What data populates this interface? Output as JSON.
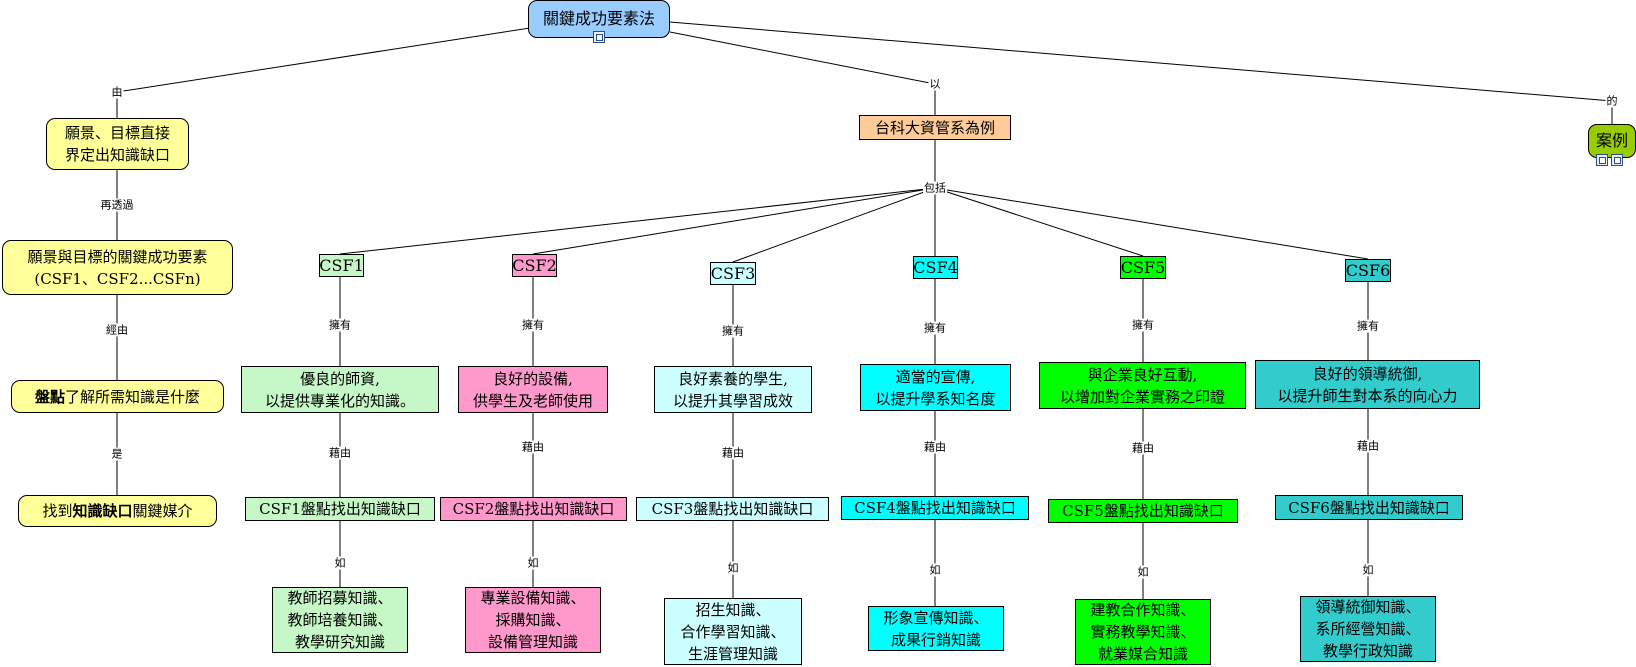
{
  "root": {
    "text": "關鍵成功要素法",
    "icon": "document-icon"
  },
  "left_branch": {
    "edge_label": "由",
    "n1": "願景、目標直接\n界定出知識缺口",
    "e1": "再透過",
    "n2": "願景與目標的關鍵成功要素\n(CSF1、CSF2...CSFn)",
    "e2": "經由",
    "n3_bold": "盤點",
    "n3_rest": "了解所需知識是什麼",
    "e3": "是",
    "n4_pre": "找到",
    "n4_bold": "知識缺口",
    "n4_post": "關鍵媒介"
  },
  "middle_branch": {
    "edge_label": "以",
    "example": "台科大資管系為例",
    "include_label": "包括"
  },
  "right_branch": {
    "edge_label": "的",
    "case": "案例",
    "icons": [
      "document-icon",
      "document-icon"
    ]
  },
  "csf_edge_labels": {
    "have": "擁有",
    "via": "藉由",
    "like": "如"
  },
  "csfs": [
    {
      "name": "CSF1",
      "color": "#c6f7c6",
      "quality": "優良的師資,\n以提供專業化的知識。",
      "gap": "CSF1盤點找出知識缺口",
      "knowledge": "教師招募知識、\n教師培養知識、\n教學研究知識"
    },
    {
      "name": "CSF2",
      "color": "#ff99cc",
      "quality": "良好的設備,\n供學生及老師使用",
      "gap": "CSF2盤點找出知識缺口",
      "knowledge": "專業設備知識、\n採購知識、\n設備管理知識"
    },
    {
      "name": "CSF3",
      "color": "#ccffff",
      "quality": "良好素養的學生,\n以提升其學習成效",
      "gap": "CSF3盤點找出知識缺口",
      "knowledge": "招生知識、\n合作學習知識、\n生涯管理知識"
    },
    {
      "name": "CSF4",
      "color": "#00ffff",
      "quality": "適當的宣傳,\n以提升學系知名度",
      "gap": "CSF4盤點找出知識缺口",
      "knowledge": "形象宣傳知識、\n成果行銷知識"
    },
    {
      "name": "CSF5",
      "color": "#00ff00",
      "quality": "與企業良好互動,\n以增加對企業實務之印證",
      "gap": "CSF5盤點找出知識缺口",
      "knowledge": "建教合作知識、\n實務教學知識、\n就業媒合知識"
    },
    {
      "name": "CSF6",
      "color": "#33cccc",
      "quality": "良好的領導統御,\n以提升師生對本系的向心力",
      "gap": "CSF6盤點找出知識缺口",
      "knowledge": "領導統御知識、\n系所經營知識、\n教學行政知識"
    }
  ],
  "colors": {
    "root_fill": "#99ccff",
    "left_fill": "#ffff99",
    "example_fill": "#ffcc99",
    "case_fill": "#99cc00"
  }
}
